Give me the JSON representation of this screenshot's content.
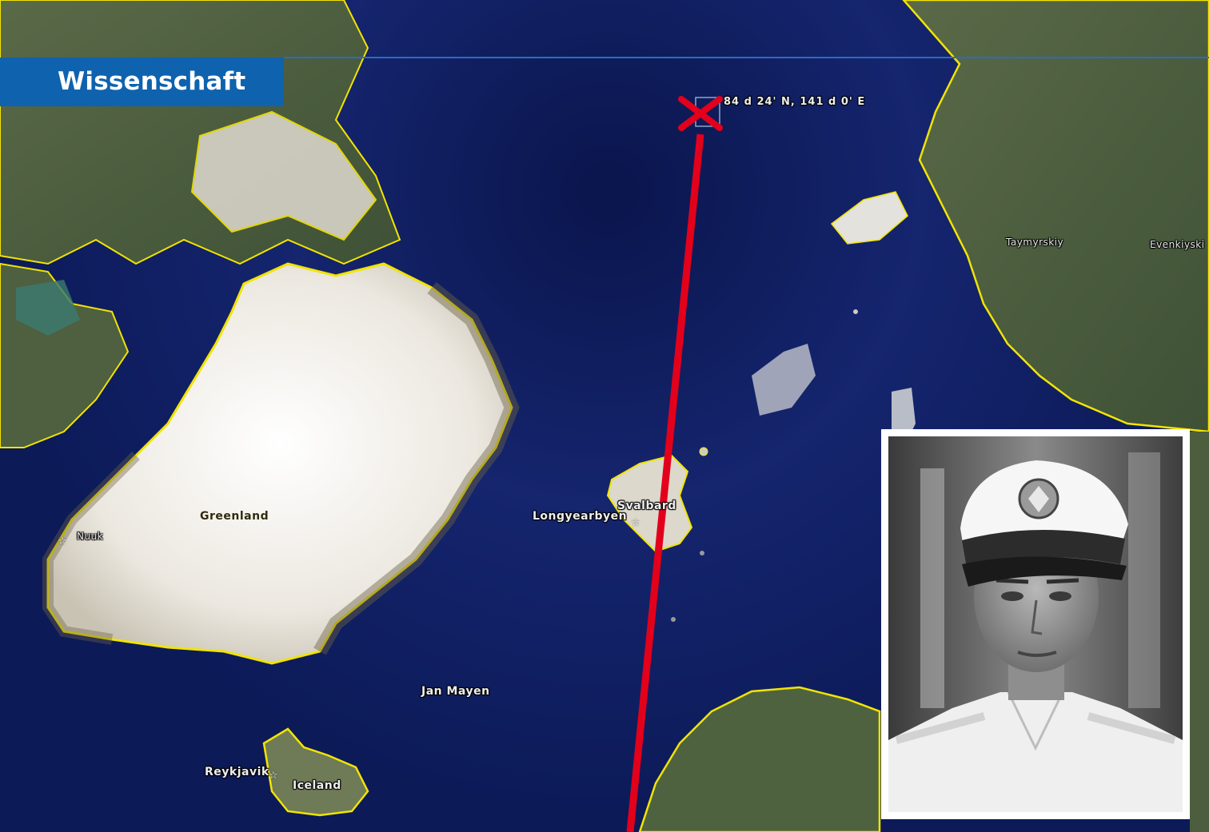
{
  "header": {
    "section_label": "Wissenschaft"
  },
  "map": {
    "marker_coordinates": "84 d 24' N, 141 d 0' E",
    "places": {
      "greenland": "Greenland",
      "nuuk": "Nuuk",
      "longyearbyen": "Longyearbyen",
      "svalbard": "Svalbard",
      "jan_mayen": "Jan Mayen",
      "reykjavik": "Reykjavik",
      "iceland": "Iceland",
      "taymyrskiy": "Taymyrskiy",
      "evenkiyskiy": "Evenkiyski"
    },
    "colors": {
      "ocean": "#0d1a5a",
      "coastline": "#f2e400",
      "route_line": "#e3001b",
      "section_label_bg": "#0f62ae"
    },
    "icons": {
      "marker": "x-marker-icon",
      "capital": "star-icon"
    }
  }
}
